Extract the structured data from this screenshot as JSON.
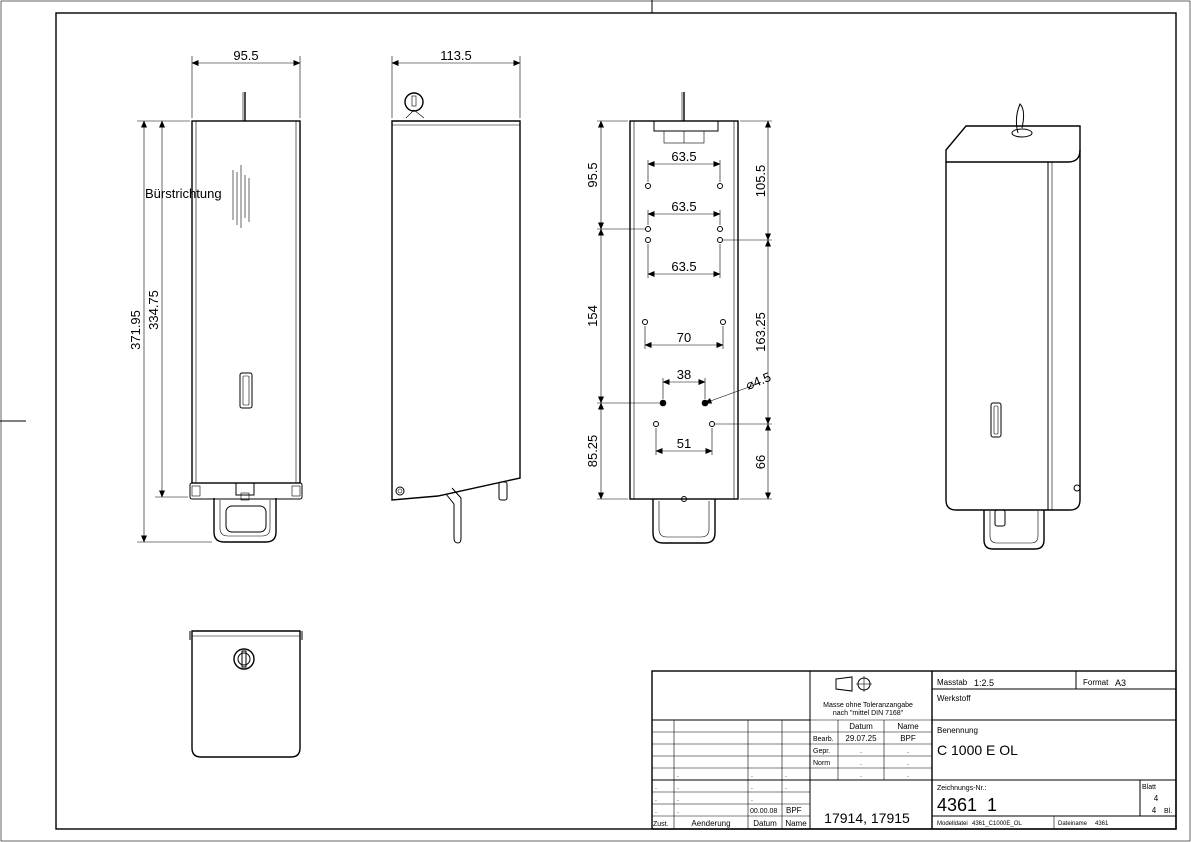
{
  "dimensions": {
    "front_width": "95.5",
    "side_depth": "113.5",
    "overall_height": "371.95",
    "body_height": "334.75",
    "brush_direction": "Bürstrichtung",
    "hole_spacing_1": "63.5",
    "hole_spacing_2": "63.5",
    "hole_spacing_3": "63.5",
    "hole_spacing_4": "70",
    "hole_spacing_5": "38",
    "hole_spacing_6": "51",
    "left_top": "95.5",
    "left_mid": "154",
    "left_bottom": "85.25",
    "right_top": "105.5",
    "right_mid": "163.25",
    "right_bottom": "66",
    "hole_diameter": "⌀4.5"
  },
  "title_block": {
    "tolerance_note_1": "Masse ohne Toleranzangabe",
    "tolerance_note_2": "nach \"mittel DIN 7168\"",
    "col_datum": "Datum",
    "col_name": "Name",
    "row_bearb": "Bearb.",
    "bearb_datum": "29.07.25",
    "bearb_name": "BPF",
    "row_gepr": "Gepr.",
    "row_norm": "Norm",
    "dot": ".",
    "rev_datum": "00.00.08",
    "rev_name": "BPF",
    "label_zust": "Zust.",
    "label_aenderung": "Aenderung",
    "label_datum": "Datum",
    "label_name": "Name",
    "ref_numbers": "17914, 17915",
    "label_masstab": "Masstab",
    "masstab_value": "1:2.5",
    "label_format": "Format",
    "format_value": "A3",
    "label_werkstoff": "Werkstoff",
    "label_benennung": "Benennung",
    "benennung_value": "C 1000 E OL",
    "label_zeichnungs_nr": "Zeichnungs-Nr.:",
    "zeichnungs_nr_value": "4361  1",
    "label_blatt": "Blatt",
    "blatt_value": "4",
    "blatt_total": "4",
    "label_bl": "Bl.",
    "label_modelldatei": "Modelldatei",
    "modelldatei_value": "4361_C1000E_OL",
    "label_dateiname": "Dateiname",
    "dateiname_value": "4361"
  }
}
